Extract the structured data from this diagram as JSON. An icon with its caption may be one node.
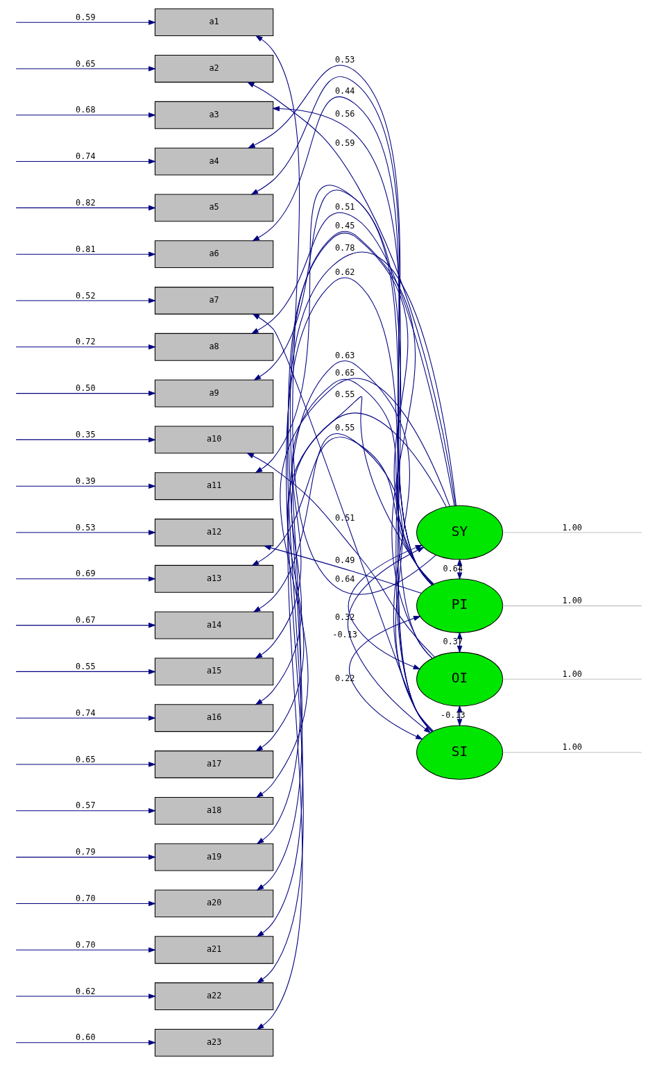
{
  "diagram": {
    "nodes": [
      {
        "text": [
          "a1"
        ]
      },
      {
        "text": [
          "a2"
        ]
      },
      {
        "text": [
          "a3"
        ]
      },
      {
        "text": [
          "a4"
        ]
      },
      {
        "text": [
          "a5"
        ]
      },
      {
        "text": [
          "a6"
        ]
      },
      {
        "text": [
          "a7"
        ]
      },
      {
        "text": [
          "a8"
        ]
      },
      {
        "text": [
          "a9"
        ]
      },
      {
        "text": [
          "a10"
        ]
      },
      {
        "text": [
          "a11"
        ]
      },
      {
        "text": [
          "a12"
        ]
      },
      {
        "text": [
          "a13"
        ]
      },
      {
        "text": [
          "a14"
        ]
      },
      {
        "text": [
          "a15"
        ]
      },
      {
        "text": [
          "a16"
        ]
      },
      {
        "text": [
          "a17"
        ]
      },
      {
        "text": [
          "a18"
        ]
      },
      {
        "text": [
          "a19"
        ]
      },
      {
        "text": [
          "a20"
        ]
      },
      {
        "text": [
          "a21"
        ]
      },
      {
        "text": [
          "a22"
        ]
      },
      {
        "text": [
          "a23"
        ]
      },
      {
        "text": [
          "SY"
        ]
      },
      {
        "text": [
          "PI"
        ]
      },
      {
        "text": [
          "OI"
        ]
      },
      {
        "text": [
          "SI"
        ]
      }
    ],
    "edges": [
      {
        "from": null,
        "to": 0,
        "arrow": "to",
        "label": "0.59"
      },
      {
        "from": null,
        "to": 1,
        "arrow": "to",
        "label": "0.65"
      },
      {
        "from": null,
        "to": 2,
        "arrow": "to",
        "label": "0.68"
      },
      {
        "from": null,
        "to": 3,
        "arrow": "to",
        "label": "0.74"
      },
      {
        "from": null,
        "to": 4,
        "arrow": "to",
        "label": "0.82"
      },
      {
        "from": null,
        "to": 5,
        "arrow": "to",
        "label": "0.81"
      },
      {
        "from": null,
        "to": 6,
        "arrow": "to",
        "label": "0.52"
      },
      {
        "from": null,
        "to": 7,
        "arrow": "to",
        "label": "0.72"
      },
      {
        "from": null,
        "to": 8,
        "arrow": "to",
        "label": "0.50"
      },
      {
        "from": null,
        "to": 9,
        "arrow": "to",
        "label": "0.35"
      },
      {
        "from": null,
        "to": 10,
        "arrow": "to",
        "label": "0.39"
      },
      {
        "from": null,
        "to": 11,
        "arrow": "to",
        "label": "0.53"
      },
      {
        "from": null,
        "to": 12,
        "arrow": "to",
        "label": "0.69"
      },
      {
        "from": null,
        "to": 13,
        "arrow": "to",
        "label": "0.67"
      },
      {
        "from": null,
        "to": 14,
        "arrow": "to",
        "label": "0.55"
      },
      {
        "from": null,
        "to": 15,
        "arrow": "to",
        "label": "0.74"
      },
      {
        "from": null,
        "to": 16,
        "arrow": "to",
        "label": "0.65"
      },
      {
        "from": null,
        "to": 17,
        "arrow": "to",
        "label": "0.57"
      },
      {
        "from": null,
        "to": 18,
        "arrow": "to",
        "label": "0.79"
      },
      {
        "from": null,
        "to": 19,
        "arrow": "to",
        "label": "0.70"
      },
      {
        "from": null,
        "to": 20,
        "arrow": "to",
        "label": "0.70"
      },
      {
        "from": null,
        "to": 21,
        "arrow": "to",
        "label": "0.62"
      },
      {
        "from": null,
        "to": 22,
        "arrow": "to",
        "label": "0.60"
      },
      {
        "from": 23,
        "to": 0,
        "arrow": "to",
        "label": "0.64"
      },
      {
        "from": 23,
        "to": 1,
        "arrow": "to",
        "label": "0.59"
      },
      {
        "from": 26,
        "to": 2,
        "arrow": "to",
        "label": "0.56"
      },
      {
        "from": 24,
        "to": 3,
        "arrow": "to",
        "label": "0.53"
      },
      {
        "from": 24,
        "to": 4,
        "arrow": "to"
      },
      {
        "from": 24,
        "to": 5,
        "arrow": "to",
        "label": "0.44"
      },
      {
        "from": 26,
        "to": 6,
        "arrow": "to"
      },
      {
        "from": 23,
        "to": 7,
        "arrow": "to",
        "label": "0.51"
      },
      {
        "from": 25,
        "to": 8,
        "arrow": "to"
      },
      {
        "from": 25,
        "to": 9,
        "arrow": "to",
        "label": "0.51"
      },
      {
        "from": 26,
        "to": 10,
        "arrow": "to"
      },
      {
        "from": 24,
        "to": 11,
        "arrow": "to",
        "label": "0.49"
      },
      {
        "from": 24,
        "to": 12,
        "arrow": "to"
      },
      {
        "from": 26,
        "to": 13,
        "arrow": "to",
        "label": "0.55"
      },
      {
        "from": 24,
        "to": 14,
        "arrow": "to"
      },
      {
        "from": 23,
        "to": 15,
        "arrow": "to"
      },
      {
        "from": 24,
        "to": 16,
        "arrow": "to",
        "label": "0.55"
      },
      {
        "from": 23,
        "to": 17,
        "arrow": "to",
        "label": "0.65"
      },
      {
        "from": 25,
        "to": 18,
        "arrow": "to",
        "label": "0.45"
      },
      {
        "from": 24,
        "to": 19,
        "arrow": "to"
      },
      {
        "from": 23,
        "to": 20,
        "arrow": "to",
        "label": "0.78"
      },
      {
        "from": 26,
        "to": 21,
        "arrow": "to",
        "label": "0.62"
      },
      {
        "from": 26,
        "to": 22,
        "arrow": "to",
        "label": "0.63"
      },
      {
        "from": 23,
        "to": null,
        "arrow": "none",
        "label": "1.00",
        "color": "#c0c0c0"
      },
      {
        "from": 24,
        "to": null,
        "arrow": "none",
        "label": "1.00",
        "color": "#c0c0c0"
      },
      {
        "from": 25,
        "to": null,
        "arrow": "none",
        "label": "1.00",
        "color": "#c0c0c0"
      },
      {
        "from": 26,
        "to": null,
        "arrow": "none",
        "label": "1.00",
        "color": "#c0c0c0"
      },
      {
        "from": 23,
        "to": 24,
        "arrow": "both",
        "label": "0.64"
      },
      {
        "from": 23,
        "to": 25,
        "arrow": "both",
        "label": "0.32"
      },
      {
        "from": 24,
        "to": 25,
        "arrow": "both",
        "label": "0.37"
      },
      {
        "from": 23,
        "to": 26,
        "arrow": "both",
        "label": "-0.13"
      },
      {
        "from": 24,
        "to": 26,
        "arrow": "both",
        "label": "0.22"
      },
      {
        "from": 25,
        "to": 26,
        "arrow": "both",
        "label": "-0.13"
      }
    ]
  }
}
